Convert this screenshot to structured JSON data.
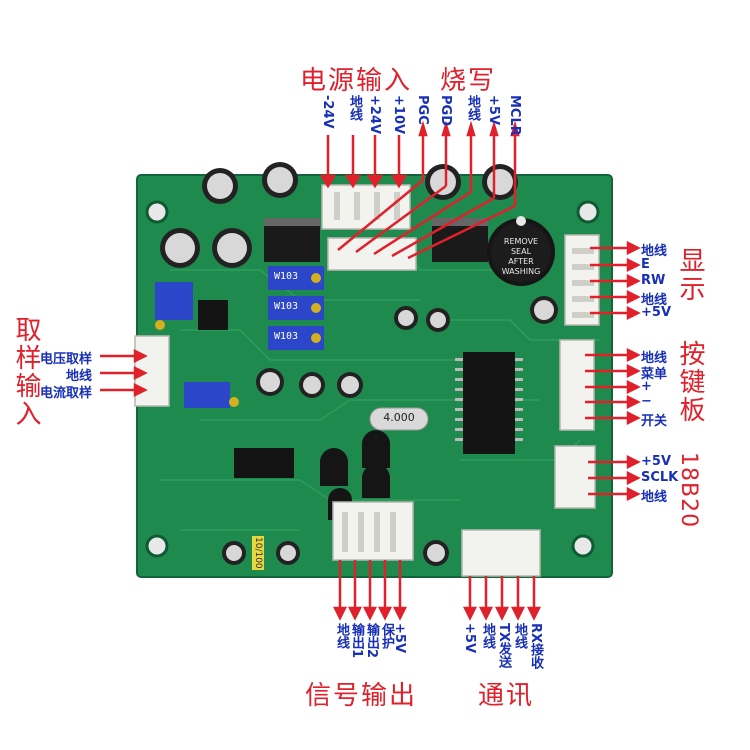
{
  "sections": {
    "power_input": "电源输入",
    "programming": "烧写",
    "display": "显示",
    "keypad": "按键板",
    "sensor": "18B20",
    "sampling_input": "取样输入",
    "signal_output": "信号输出",
    "communication": "通讯"
  },
  "top_pins": [
    "-24V",
    "地线",
    "+24V",
    "+10V",
    "PGC",
    "PGD",
    "地线",
    "+5V",
    "MCLR"
  ],
  "display_pins": [
    "地线",
    "E",
    "RW",
    "地线",
    "+5V"
  ],
  "keypad_pins": [
    "地线",
    "菜单",
    "+",
    "−",
    "开关"
  ],
  "sensor_pins": [
    "+5V",
    "SCLK",
    "地线"
  ],
  "sampling_pins": [
    "电压取样",
    "地线",
    "电流取样"
  ],
  "signal_pins": [
    "地线",
    "输出1",
    "输出2",
    "保护",
    "+5V"
  ],
  "comm_pins": [
    "+5V",
    "地线",
    "TX发送",
    "地线",
    "RX接收"
  ],
  "silkscreen": {
    "crystal": "4.000",
    "buzzer": "REMOVE SEAL AFTER WASHING",
    "trimpot": "W103",
    "cap_label": "10/100"
  },
  "colors": {
    "board": "#1f8a4e",
    "arrow": "#e0202a",
    "label": "#1830b8",
    "connector": "#f2f2ee"
  }
}
